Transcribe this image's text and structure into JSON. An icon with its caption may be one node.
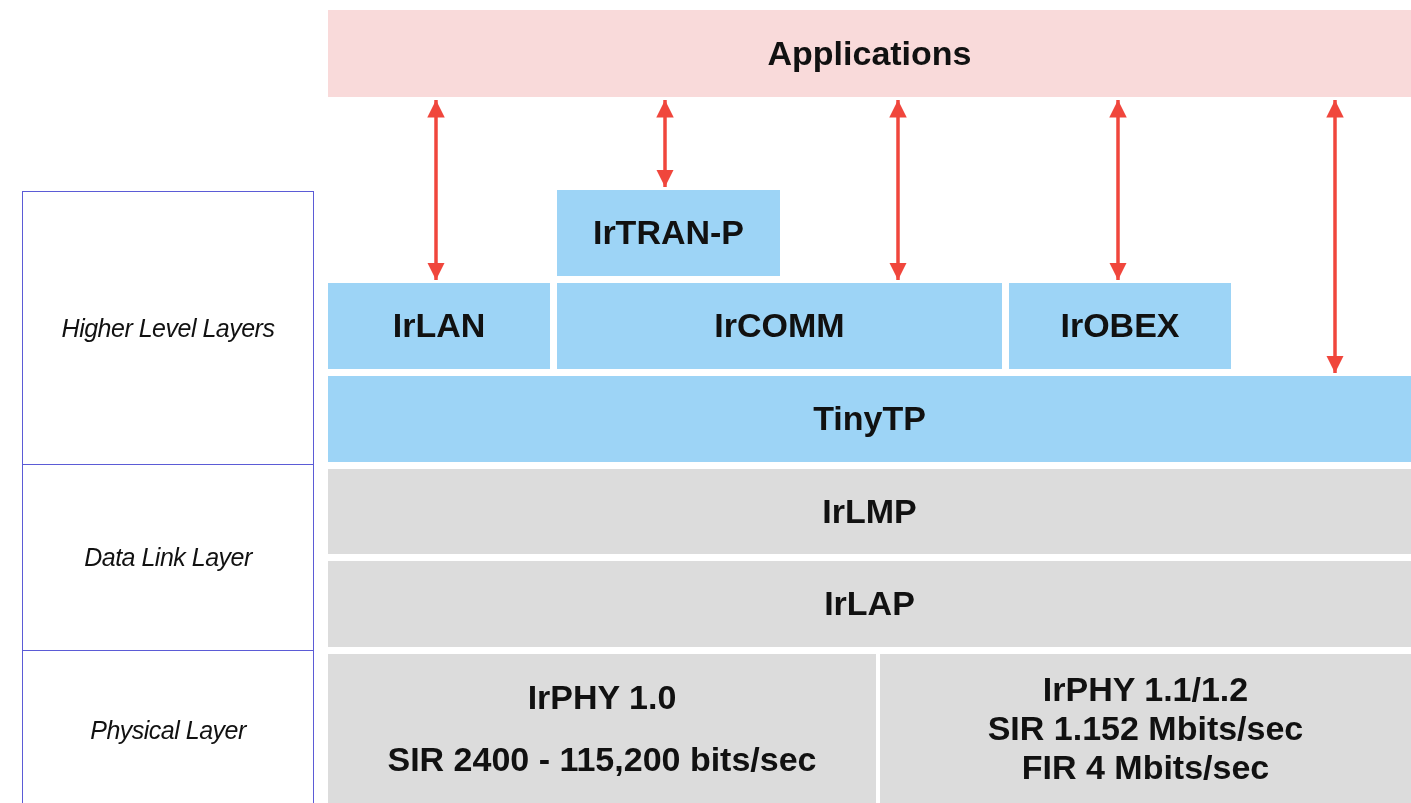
{
  "diagram": {
    "nodes": [
      {
        "text": [
          "Applications"
        ]
      },
      {
        "text": [
          "IrTRAN-P"
        ]
      },
      {
        "text": [
          "IrLAN"
        ]
      },
      {
        "text": [
          "IrCOMM"
        ]
      },
      {
        "text": [
          "IrOBEX"
        ]
      },
      {
        "text": [
          "TinyTP"
        ]
      },
      {
        "text": [
          "IrLMP"
        ]
      },
      {
        "text": [
          "IrLAP"
        ]
      },
      {
        "text": [
          "IrPHY 1.0",
          "SIR 2400 - 115,200 bits/sec"
        ]
      },
      {
        "text": [
          "IrPHY 1.1/1.2",
          "SIR 1.152 Mbits/sec",
          "FIR 4 Mbits/sec"
        ]
      },
      {
        "text": [
          "Higher Level Layers"
        ]
      },
      {
        "text": [
          "Data Link Layer"
        ]
      },
      {
        "text": [
          "Physical Layer"
        ]
      }
    ],
    "edges": [
      {
        "from": 0,
        "to": 2,
        "arrow": "both"
      },
      {
        "from": 0,
        "to": 1,
        "arrow": "both"
      },
      {
        "from": 0,
        "to": 3,
        "arrow": "both"
      },
      {
        "from": 0,
        "to": 4,
        "arrow": "both"
      },
      {
        "from": 0,
        "to": 5,
        "arrow": "both"
      }
    ]
  }
}
